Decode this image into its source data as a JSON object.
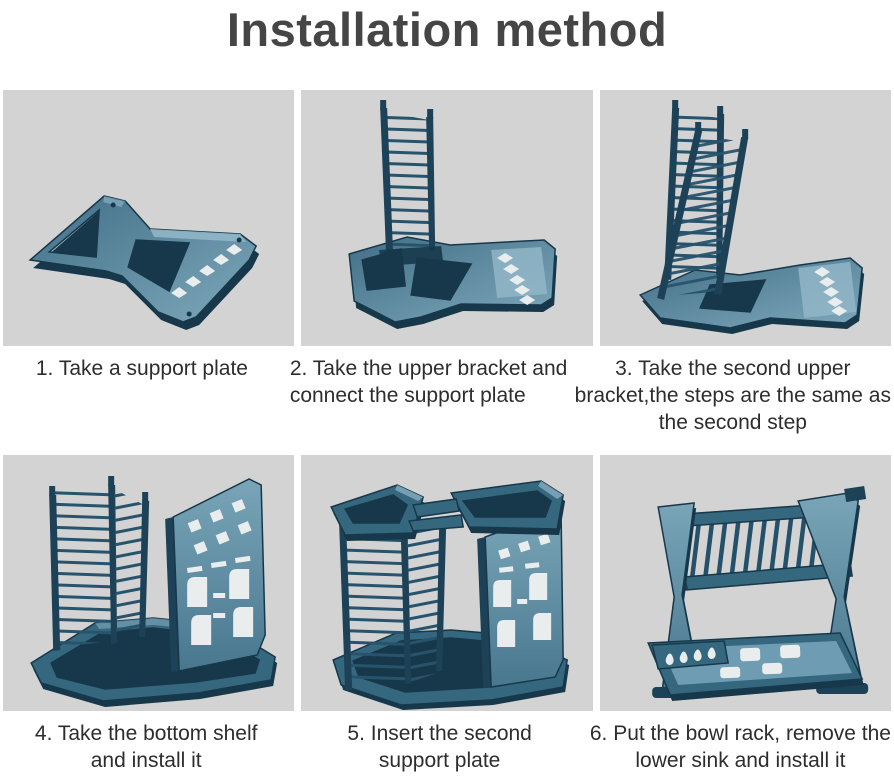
{
  "title": "Installation method",
  "colors": {
    "page_bg": "#ffffff",
    "panel_bg": "#d3d3d3",
    "title_color": "#454545",
    "caption_color": "#2d2d2d",
    "rack_dark": "#1d4257",
    "rack_mid": "#35677f",
    "rack_light": "#6e9cb2",
    "rack_highlight": "#93b8c9",
    "cutout": "#e9edee"
  },
  "steps": [
    {
      "number": "1",
      "image": "support-plate",
      "caption": "1. Take a support plate",
      "lines": [
        "1. Take a support plate"
      ]
    },
    {
      "number": "2",
      "image": "upper-bracket-on-support-plate",
      "caption": "2. Take the upper bracket and connect the support plate",
      "lines": [
        "2. Take the upper bracket and",
        "connect the support plate"
      ]
    },
    {
      "number": "3",
      "image": "second-upper-bracket",
      "caption": "3. Take the second upper bracket,the steps are the same as the second step",
      "lines": [
        "3. Take the second upper",
        "bracket,the steps are the same as",
        "the second step"
      ]
    },
    {
      "number": "4",
      "image": "bottom-shelf-installed",
      "caption": "4. Take the bottom shelf and install it",
      "lines": [
        "4. Take the bottom shelf",
        "and install it"
      ]
    },
    {
      "number": "5",
      "image": "second-support-plate-inserted",
      "caption": "5. Insert the second support plate",
      "lines": [
        "5. Insert the second",
        "support plate"
      ]
    },
    {
      "number": "6",
      "image": "finished-bowl-rack",
      "caption": "6. Put the bowl rack, remove the lower sink and install it",
      "lines": [
        "6. Put the bowl rack, remove the",
        "lower sink and install it"
      ]
    }
  ]
}
